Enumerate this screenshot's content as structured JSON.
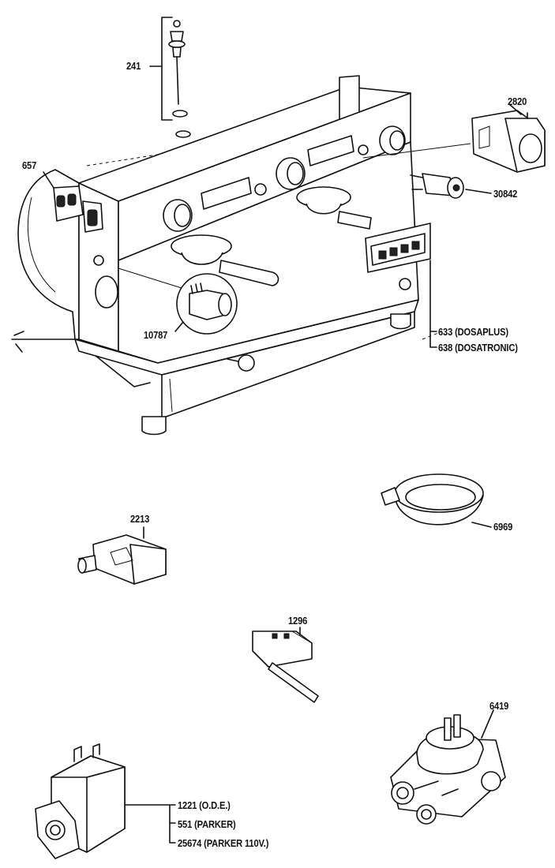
{
  "labels": {
    "p241": "241",
    "p2820": "2820",
    "p657": "657",
    "p30842": "30842",
    "p10787": "10787",
    "p633": "633 (DOSAPLUS)",
    "p638": "638 (DOSATRONIC)",
    "p6969": "6969",
    "p2213": "2213",
    "p1296": "1296",
    "p6419": "6419",
    "p1221": "1221 (O.D.E.)",
    "p551": "551 (PARKER)",
    "p25674": "25674 (PARKER 110V.)"
  }
}
